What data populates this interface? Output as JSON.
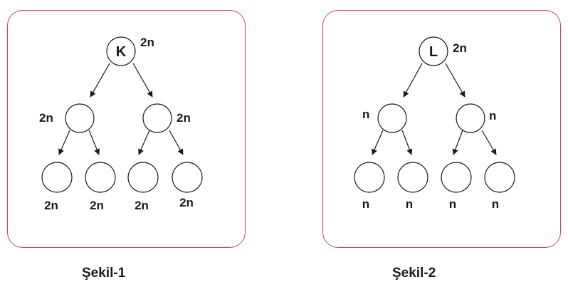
{
  "colors": {
    "panel_border": "#d6404a",
    "ink": "#1a1a1a"
  },
  "trees": [
    {
      "root_letter": "K",
      "root_label": "2n",
      "level1_labels": [
        "2n",
        "2n"
      ],
      "level2_labels": [
        "2n",
        "2n",
        "2n",
        "2n"
      ],
      "caption": "Şekil-1"
    },
    {
      "root_letter": "L",
      "root_label": "2n",
      "level1_labels": [
        "n",
        "n"
      ],
      "level2_labels": [
        "n",
        "n",
        "n",
        "n"
      ],
      "caption": "Şekil-2"
    }
  ]
}
